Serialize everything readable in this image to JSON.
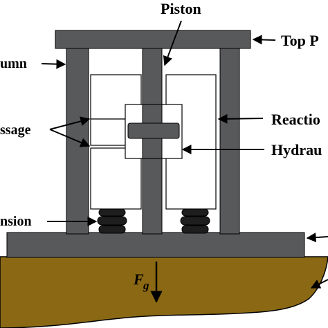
{
  "labels": {
    "piston": "Piston",
    "top_plate": "Top P",
    "column": "umn",
    "reaction": "Reactio",
    "passage": "ssage",
    "hydraulic": "Hydrau",
    "suspension": "nsion",
    "force_symbol": "F",
    "force_subscript": "g"
  },
  "colors": {
    "steel": "#58595b",
    "soil": "#8b6914",
    "outline": "#000000",
    "background": "#ffffff"
  }
}
